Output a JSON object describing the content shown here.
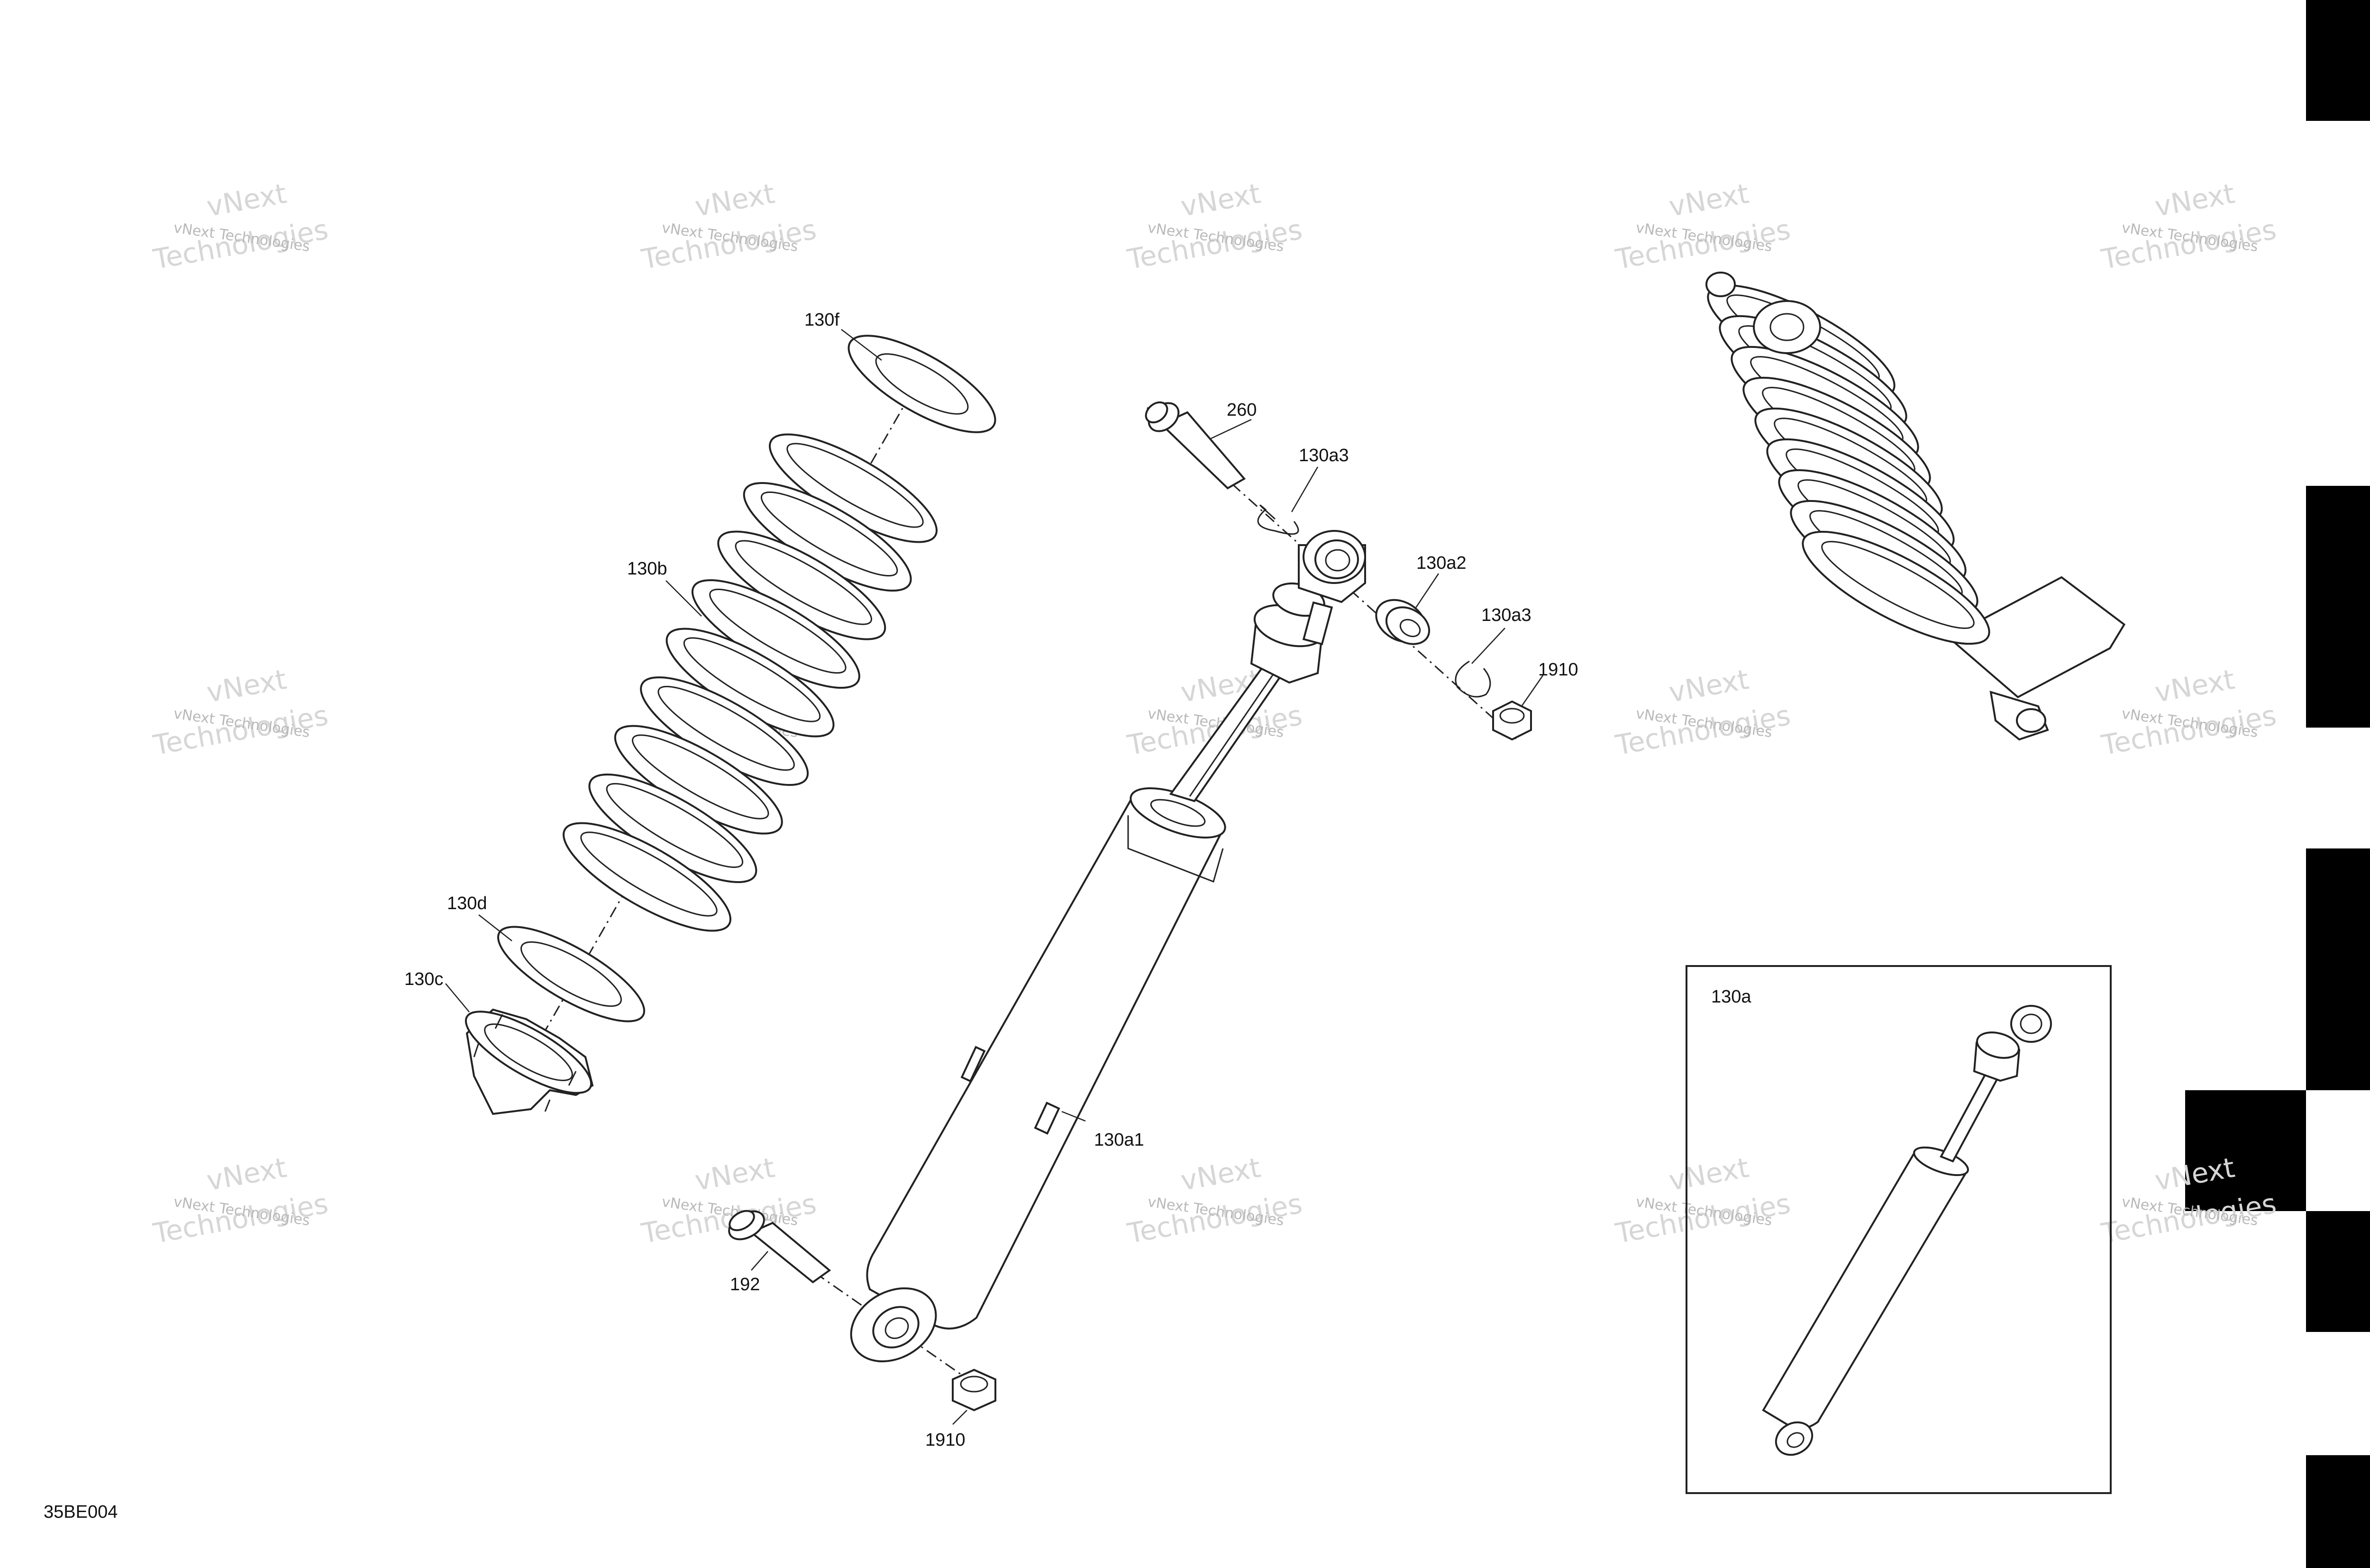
{
  "drawing_code": "35BE004",
  "inset_label": "130a",
  "watermark": {
    "line1": "vNext Technologies",
    "line2": "vNext",
    "line3": "Technologies"
  },
  "callouts": {
    "c130f": "130f",
    "c130b": "130b",
    "c130d": "130d",
    "c130c": "130c",
    "c260": "260",
    "c130a3_top": "130a3",
    "c130a2": "130a2",
    "c130a3_mid": "130a3",
    "c1910_top": "1910",
    "c130a1": "130a1",
    "c192": "192",
    "c1910_bottom": "1910"
  },
  "colors": {
    "line": "#222222",
    "watermark": "#b9b9b9",
    "edge_tabs": "#000000"
  }
}
